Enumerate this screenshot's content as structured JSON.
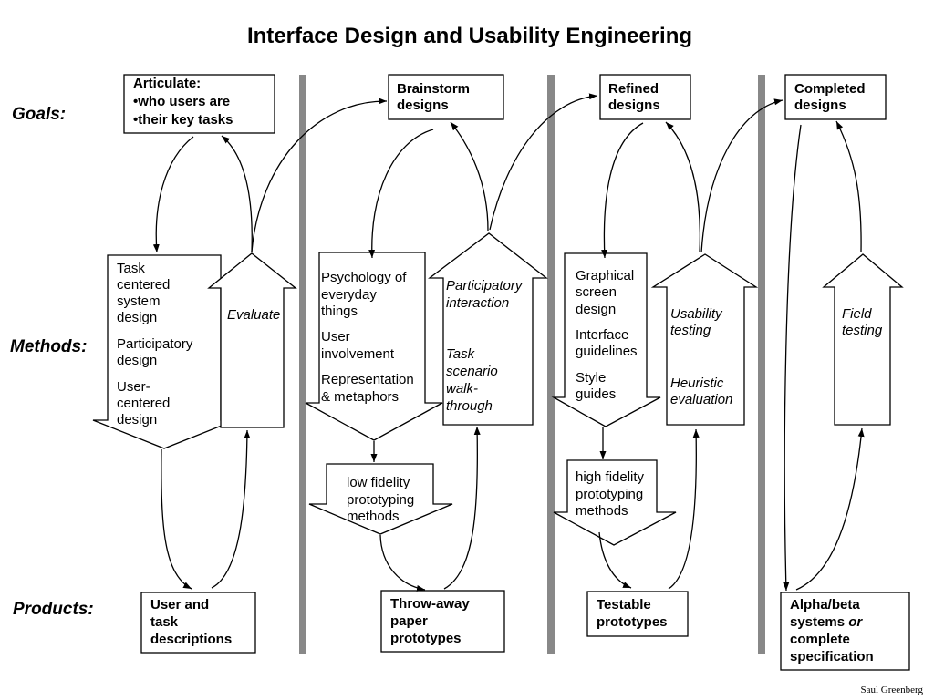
{
  "title": "Interface Design and Usability Engineering",
  "row_labels": {
    "goals": "Goals:",
    "methods": "Methods:",
    "products": "Products:"
  },
  "goals": {
    "articulate": [
      "Articulate:",
      "•who users are",
      "•their key tasks"
    ],
    "brainstorm": [
      "Brainstorm",
      "designs"
    ],
    "refined": [
      "Refined",
      "designs"
    ],
    "completed": [
      "Completed",
      "designs"
    ]
  },
  "methods": {
    "col1_down": [
      "Task",
      "centered",
      "system",
      "design",
      "Participatory",
      "design",
      "User-",
      "centered",
      "design"
    ],
    "col1_up": [
      "Evaluate"
    ],
    "col2_down": [
      "Psychology of",
      "everyday",
      "things",
      "User",
      "involvement",
      "Representation",
      "& metaphors"
    ],
    "col2_up": [
      "Participatory",
      "interaction",
      "Task",
      "scenario",
      "walk-",
      "through"
    ],
    "col2_proto": [
      "low fidelity",
      "prototyping",
      "methods"
    ],
    "col3_down": [
      "Graphical",
      "screen",
      "design",
      "Interface",
      "guidelines",
      "Style",
      "guides"
    ],
    "col3_up": [
      "Usability",
      "testing",
      "Heuristic",
      "evaluation"
    ],
    "col3_proto": [
      "high fidelity",
      "prototyping",
      "methods"
    ],
    "col4_up": [
      "Field",
      "testing"
    ]
  },
  "products": {
    "user_task": [
      "User and",
      "task",
      "descriptions"
    ],
    "throwaway": [
      "Throw-away",
      "paper",
      "prototypes"
    ],
    "testable": [
      "Testable",
      "prototypes"
    ],
    "alpha_beta": [
      "Alpha/beta",
      "systems ",
      "or",
      "complete",
      "specification"
    ]
  },
  "credit": "Saul Greenberg"
}
